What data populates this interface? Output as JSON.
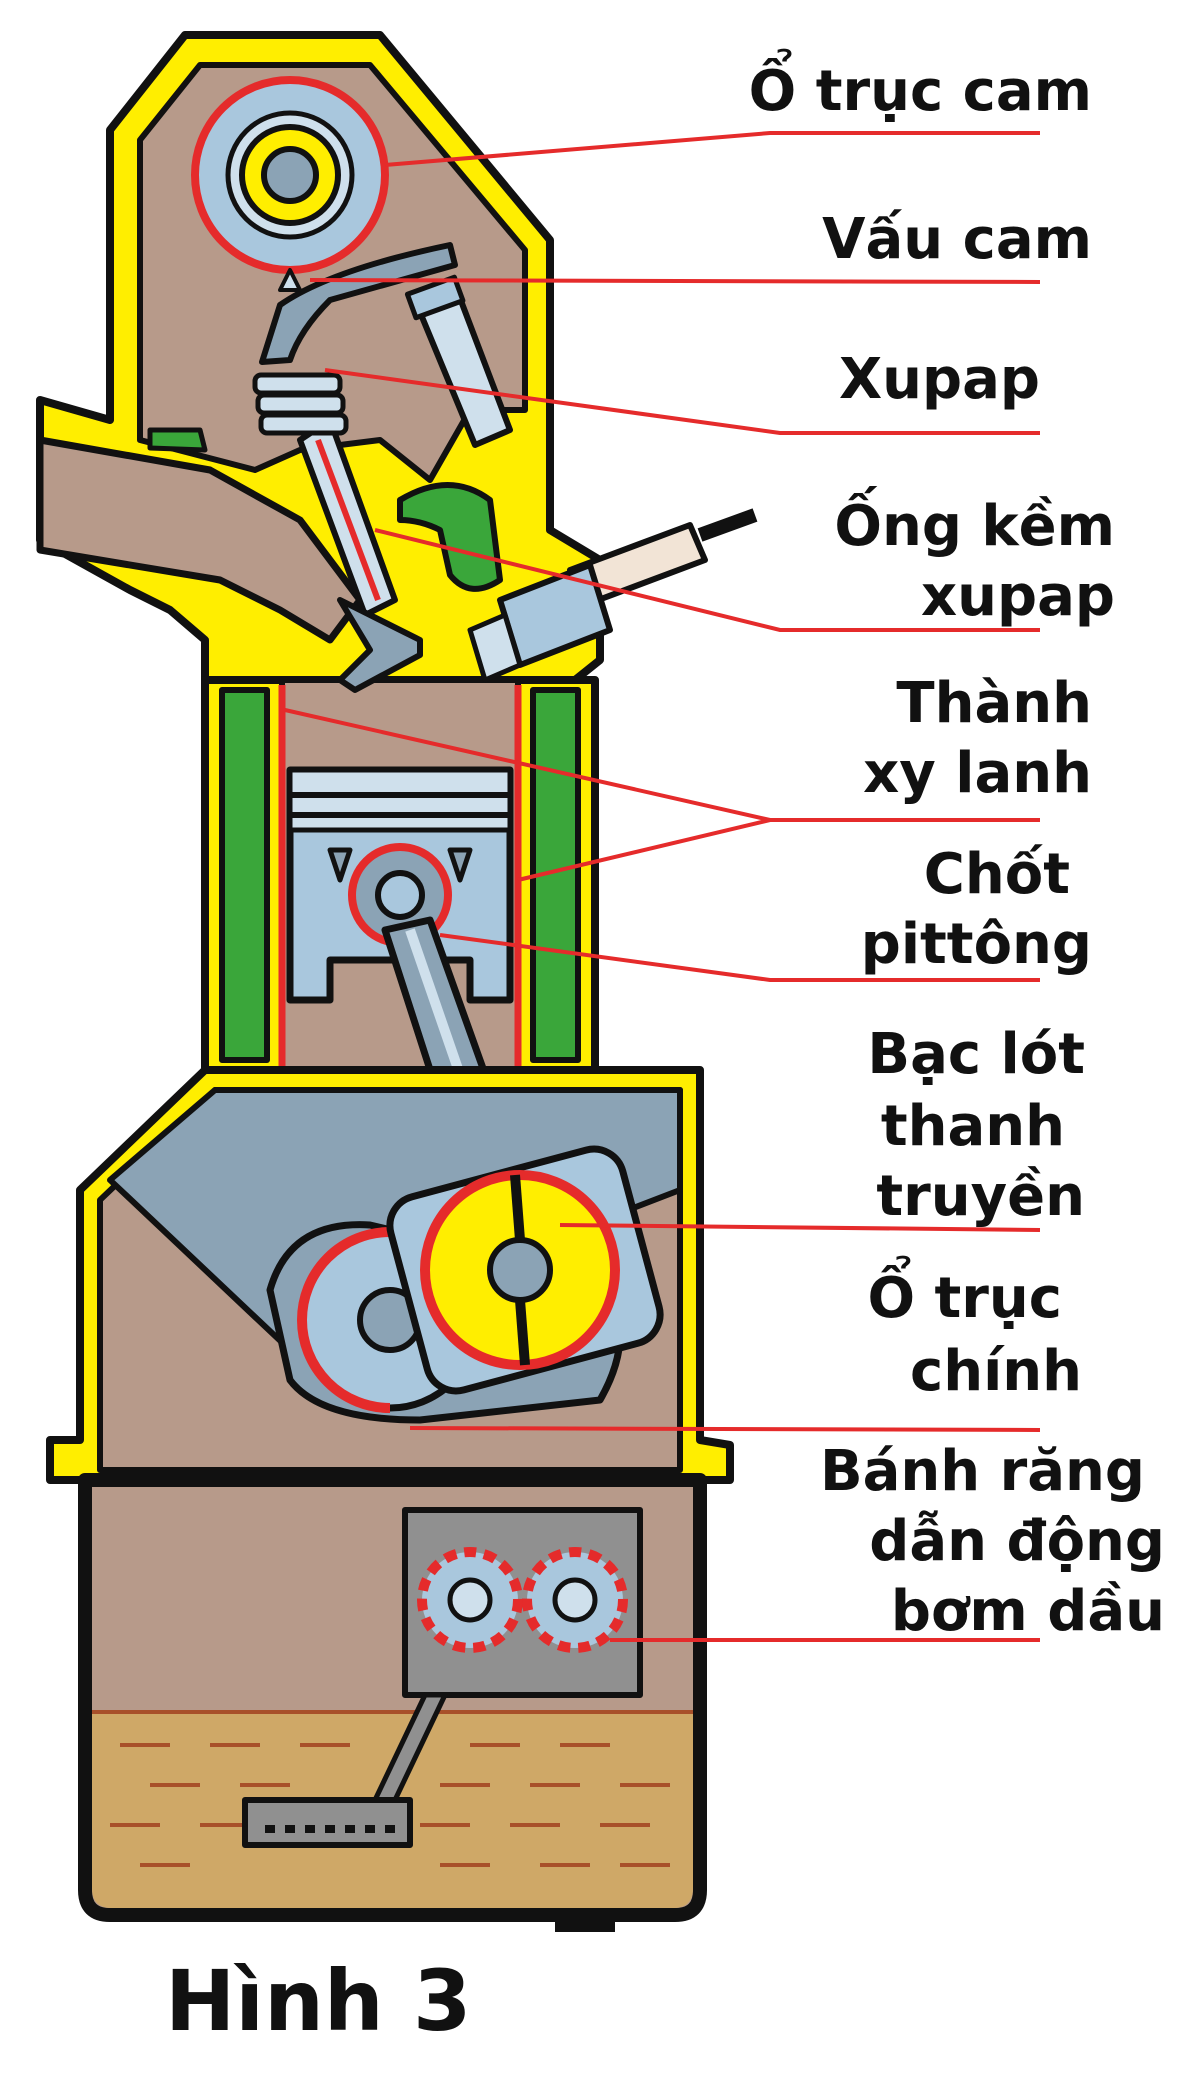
{
  "caption": "Hình 3",
  "labels": [
    {
      "id": "o-truc-cam",
      "lines": [
        "Ổ trục cam"
      ]
    },
    {
      "id": "vau-cam",
      "lines": [
        "Vấu cam"
      ]
    },
    {
      "id": "xupap",
      "lines": [
        "Xupap"
      ]
    },
    {
      "id": "ong-kem-xupap",
      "lines": [
        "Ống kềm",
        "xupap"
      ]
    },
    {
      "id": "thanh-xy-lanh",
      "lines": [
        "Thành",
        "xy lanh"
      ]
    },
    {
      "id": "chot-pittong",
      "lines": [
        "Chốt",
        "pittông"
      ]
    },
    {
      "id": "bac-lot-thanh-truyen",
      "lines": [
        "Bạc lót",
        "thanh",
        "truyền"
      ]
    },
    {
      "id": "o-truc-chinh",
      "lines": [
        "Ổ trục",
        "chính"
      ]
    },
    {
      "id": "banh-rang-dan-dong-bom-dau",
      "lines": [
        "Bánh răng",
        "dẫn động",
        "bơm dầu"
      ]
    }
  ],
  "colors": {
    "outline": "#111111",
    "housing_yellow": "#ffee00",
    "body_brown": "#b79a8a",
    "metal_blue": "#a9c7dd",
    "steel_gray": "#8ba3b5",
    "coolant_green": "#3aa63a",
    "oil_tan": "#cfa867",
    "pointer_red": "#e52b2b",
    "pump_gray": "#909090"
  }
}
